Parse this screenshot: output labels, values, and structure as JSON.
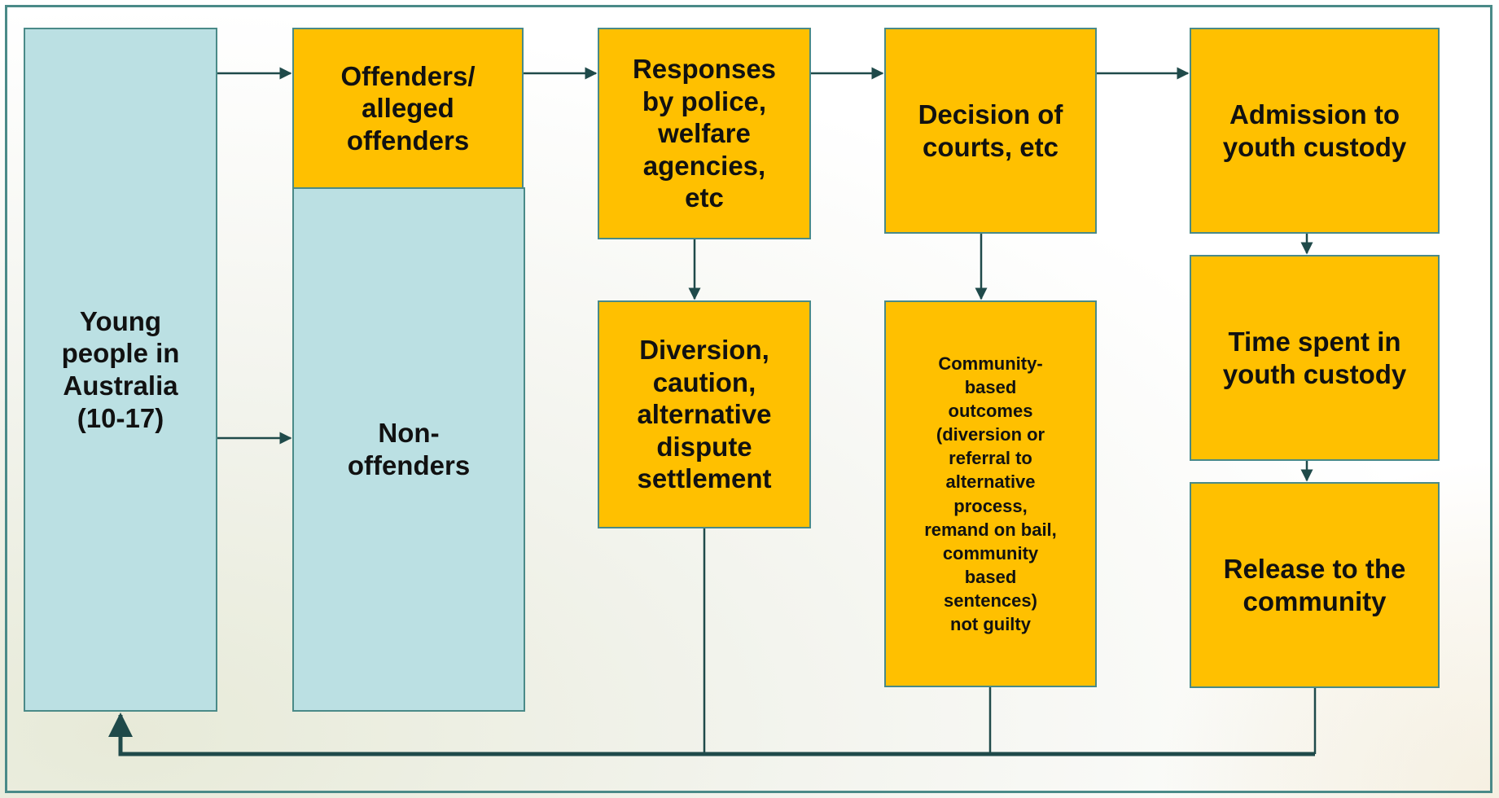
{
  "boxes": {
    "young_people": "Young\npeople in\nAustralia\n(10-17)",
    "offenders": "Offenders/\nalleged\noffenders",
    "non_offenders": "Non-\noffenders",
    "responses": "Responses\nby police,\nwelfare\nagencies,\netc",
    "diversion": "Diversion,\ncaution,\nalternative\ndispute\nsettlement",
    "decision": "Decision of\ncourts, etc",
    "community_outcomes": "Community-\nbased\noutcomes\n(diversion or\nreferral to\nalternative\nprocess,\nremand on bail,\ncommunity\nbased\nsentences)\nnot guilty",
    "admission": "Admission to\nyouth custody",
    "time_spent": "Time spent in\nyouth custody",
    "release": "Release to the\ncommunity"
  },
  "colors": {
    "person_box_fill": "#bbe0e3",
    "process_box_fill": "#ffc000",
    "border": "#4a8a88",
    "arrow": "#1f4a4a"
  }
}
